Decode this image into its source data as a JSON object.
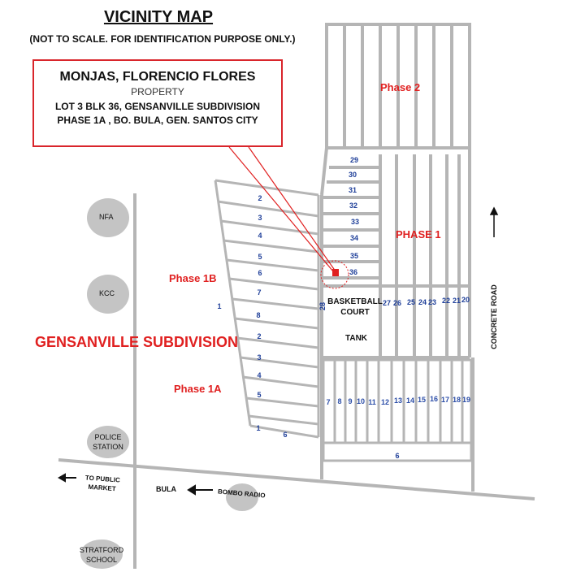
{
  "header": {
    "title": "VICINITY MAP",
    "subtitle": "(NOT TO SCALE. FOR IDENTIFICATION PURPOSE ONLY.)"
  },
  "callout": {
    "owner": "MONJAS, FLORENCIO FLORES",
    "property": "PROPERTY",
    "address_line1": "LOT 3  BLK 36, GENSANVILLE SUBDIVISION",
    "address_line2": "PHASE 1A , BO. BULA,  GEN. SANTOS CITY"
  },
  "areas": {
    "subdivision": "GENSANVILLE SUBDIVISION",
    "phase2": "Phase 2",
    "phase1": "PHASE 1",
    "phase1b": "Phase 1B",
    "phase1a": "Phase 1A"
  },
  "landmarks": {
    "nfa": "NFA",
    "kcc": "KCC",
    "police": "POLICE STATION",
    "stratford": "STRATFORD SCHOOL",
    "bombo": "BOMBO RADIO",
    "bula": "BULA",
    "market": "TO PUBLIC MARKET",
    "concrete_road": "CONCRETE ROAD",
    "basketball": "BASKETBALL COURT",
    "tank": "TANK"
  },
  "block_numbers": {
    "phase1_right_column": [
      "29",
      "30",
      "31",
      "32",
      "33",
      "34",
      "35",
      "36"
    ],
    "phase1_bottom_row": [
      "27",
      "26",
      "25",
      "24",
      "23",
      "22",
      "21",
      "20"
    ],
    "phase1b_left": [
      "2",
      "3",
      "4",
      "5",
      "6",
      "7",
      "8"
    ],
    "phase1a_left": [
      "2",
      "3",
      "4",
      "5",
      "1",
      "6"
    ],
    "south_block_row": [
      "7",
      "8",
      "9",
      "10",
      "11",
      "12",
      "13",
      "14",
      "15",
      "16",
      "17",
      "18",
      "19"
    ],
    "south_block_label": "6",
    "side_28": "28",
    "side_1": "1"
  },
  "colors": {
    "accent_red": "#e02020",
    "block_blue": "#1f3f99",
    "road_gray": "#b5b5b5",
    "landmark_gray": "#c4c4c4"
  }
}
